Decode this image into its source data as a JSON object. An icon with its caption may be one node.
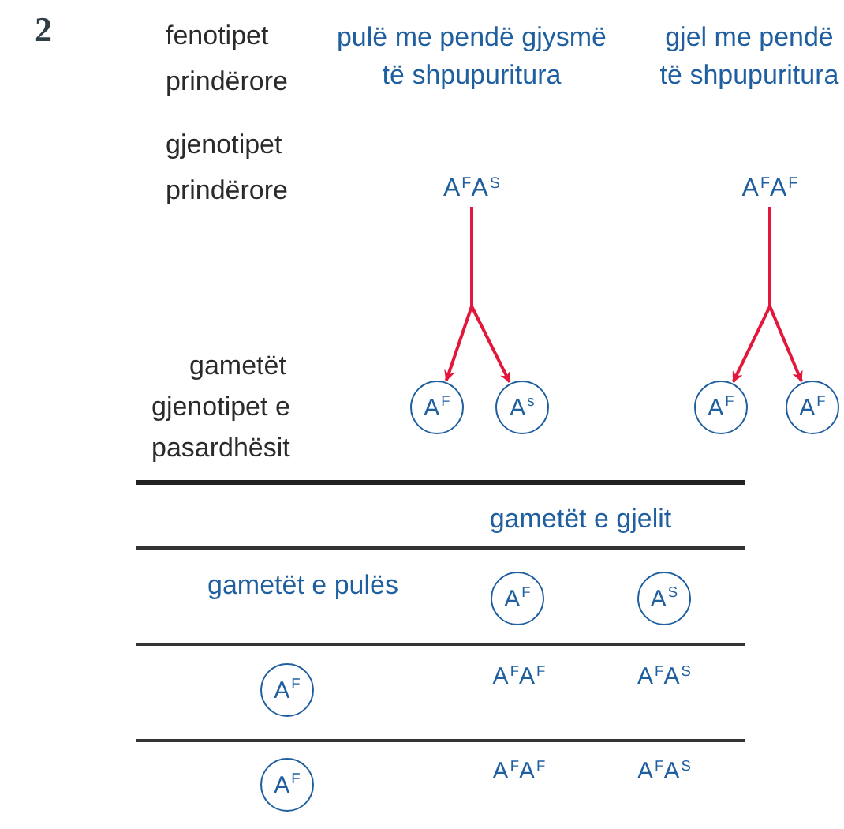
{
  "diagram": {
    "nodes": [
      {
        "text": [
          "A$^{F}$A$^{S}$"
        ]
      },
      {
        "text": [
          "A$^{F}$A$^{F}$"
        ]
      },
      {
        "text": [
          "A$^{F}$"
        ]
      },
      {
        "text": [
          "A$^{s}$"
        ]
      },
      {
        "text": [
          "A$^{F}$"
        ]
      },
      {
        "text": [
          "A$^{F}$"
        ]
      },
      {
        "text": [
          "A$^{F}$"
        ]
      },
      {
        "text": [
          "A$^{S}$"
        ]
      },
      {
        "text": [
          "A$^{F}$"
        ]
      },
      {
        "text": [
          "A$^{F}$"
        ]
      }
    ],
    "edges": [
      {
        "from": 0,
        "to": 2,
        "arrow": "to"
      },
      {
        "from": 0,
        "to": 3,
        "arrow": "to"
      },
      {
        "from": 1,
        "to": 4,
        "arrow": "to"
      },
      {
        "from": 1,
        "to": 5,
        "arrow": "to"
      }
    ],
    "labels": [
      "2",
      "fenotipet prindërore",
      "pulë me pendë gjysmë të shpupuritura",
      "gjel me pendë të shpupuritura",
      "gjenotipet prindërore",
      "gametët",
      "gjenotipet e pasardhësit",
      "gametët e gjelit",
      "gametët e pulës",
      "A$^{F}$A$^{F}$",
      "A$^{F}$A$^{S}$",
      "A$^{F}$A$^{F}$",
      "A$^{F}$A$^{S}$"
    ]
  }
}
